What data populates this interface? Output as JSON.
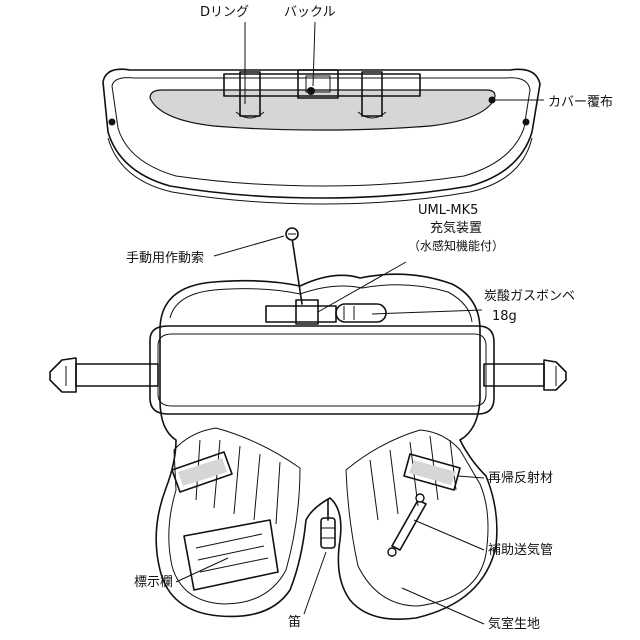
{
  "labels": {
    "d_ring": "Dリング",
    "buckle": "バックル",
    "cover_fabric": "カバー覆布",
    "model_name": "UML-MK5",
    "inflator_line1": "充気装置",
    "inflator_line2": "（水感知機能付）",
    "manual_cord": "手動用作動索",
    "co2_cylinder": "炭酸ガスボンベ",
    "co2_size": "18g",
    "reflector": "再帰反射材",
    "oral_tube": "補助送気管",
    "label_panel": "標示欄",
    "whistle": "笛",
    "chamber_fabric": "気室生地"
  }
}
